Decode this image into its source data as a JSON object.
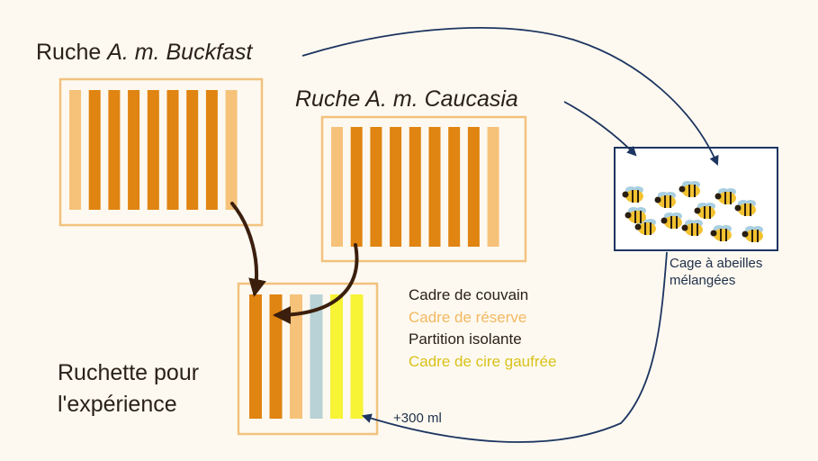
{
  "hives": {
    "buckfast": {
      "label_prefix": "Ruche ",
      "label_species": "A. m. Buckfast",
      "frames": [
        "reserve",
        "brood",
        "brood",
        "brood",
        "brood",
        "brood",
        "brood",
        "brood",
        "reserve"
      ]
    },
    "caucasia": {
      "label_prefix": "Ruche ",
      "label_species": "A. m. Caucasia",
      "frames": [
        "reserve",
        "brood",
        "brood",
        "brood",
        "brood",
        "brood",
        "brood",
        "brood",
        "reserve"
      ]
    }
  },
  "cage": {
    "label_line1": "Cage à abeilles",
    "label_line2": "mélangées"
  },
  "ruchette": {
    "label_line1": "Ruchette pour",
    "label_line2": "l'expérience",
    "frames": [
      "brood",
      "brood",
      "reserve",
      "partition",
      "foundation",
      "foundation"
    ],
    "volume_label": "+300 ml"
  },
  "legend": [
    {
      "key": "brood",
      "label": "Cadre de couvain",
      "color": "#2a2118"
    },
    {
      "key": "reserve",
      "label": "Cadre de réserve",
      "color": "#f4b860"
    },
    {
      "key": "partition",
      "label": "Partition isolante",
      "color": "#2a2118"
    },
    {
      "key": "foundation",
      "label": "Cadre de cire gaufrée",
      "color": "#d9c21a"
    }
  ],
  "colors": {
    "brood": "#e08412",
    "reserve": "#f6c27a",
    "partition": "#b8d2d6",
    "foundation": "#f7f335",
    "box_border": "#f2c27e",
    "cage_border": "#1d3561",
    "arrow_brown": "#3b1f0c",
    "arrow_blue": "#1d3561"
  }
}
